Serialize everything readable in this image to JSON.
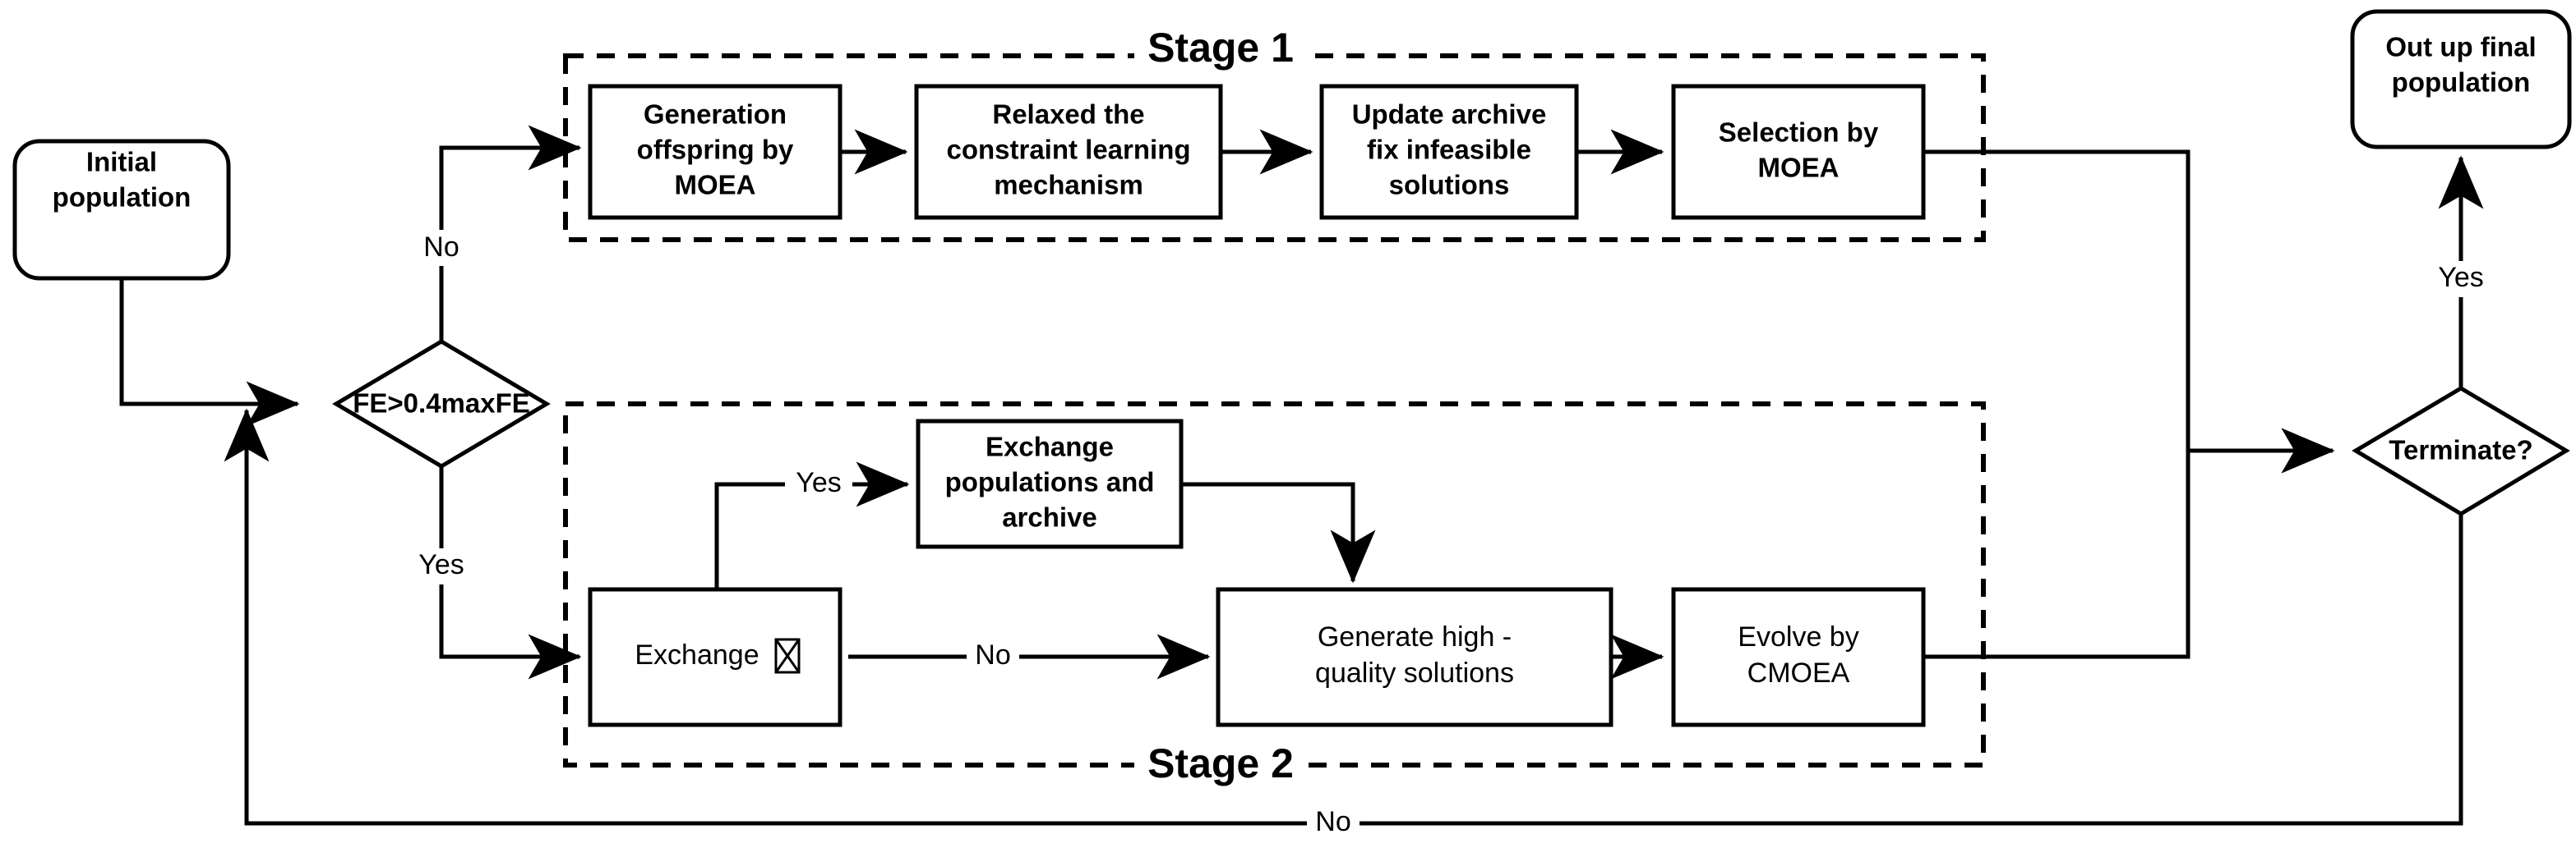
{
  "diagram": {
    "title": "Two-stage constrained multi-objective evolutionary algorithm flowchart",
    "accent_color": "#000000",
    "background_color": "#ffffff"
  },
  "stages": [
    {
      "id": "stage1",
      "label": "Stage 1"
    },
    {
      "id": "stage2",
      "label": "Stage 2"
    }
  ],
  "nodes": {
    "initial_population": {
      "shape": "rounded",
      "lines": [
        "Initial",
        "population"
      ]
    },
    "fe_decision": {
      "shape": "diamond",
      "lines": [
        "FE>0.4maxFE"
      ]
    },
    "generation_offspring": {
      "shape": "rect",
      "lines": [
        "Generation",
        "offspring by",
        "MOEA"
      ]
    },
    "relaxed_constraint": {
      "shape": "rect",
      "lines": [
        "Relaxed the",
        "constraint learning",
        "mechanism"
      ]
    },
    "update_archive": {
      "shape": "rect",
      "lines": [
        "Update archive",
        "fix infeasible",
        "solutions"
      ]
    },
    "selection_moea": {
      "shape": "rect",
      "lines": [
        "Selection by",
        "MOEA"
      ]
    },
    "exchange_decision": {
      "shape": "rect",
      "lines": [
        "Exchange■"
      ],
      "has_missing_glyph": true,
      "text_before_glyph": "Exchange"
    },
    "exchange_populations": {
      "shape": "rect",
      "lines": [
        "Exchange",
        "populations and",
        "archive"
      ]
    },
    "generate_high_quality": {
      "shape": "rect",
      "lines": [
        "Generate high -",
        "quality solutions"
      ]
    },
    "evolve_cmoea": {
      "shape": "rect",
      "lines": [
        "Evolve by",
        "CMOEA"
      ]
    },
    "terminate_decision": {
      "shape": "diamond",
      "lines": [
        "Terminate?"
      ]
    },
    "output_population": {
      "shape": "rounded",
      "lines": [
        "Out up final",
        "population"
      ]
    }
  },
  "edge_labels": {
    "fe_no": "No",
    "fe_yes": "Yes",
    "exchange_yes": "Yes",
    "exchange_no": "No",
    "terminate_yes": "Yes",
    "terminate_no": "No"
  }
}
